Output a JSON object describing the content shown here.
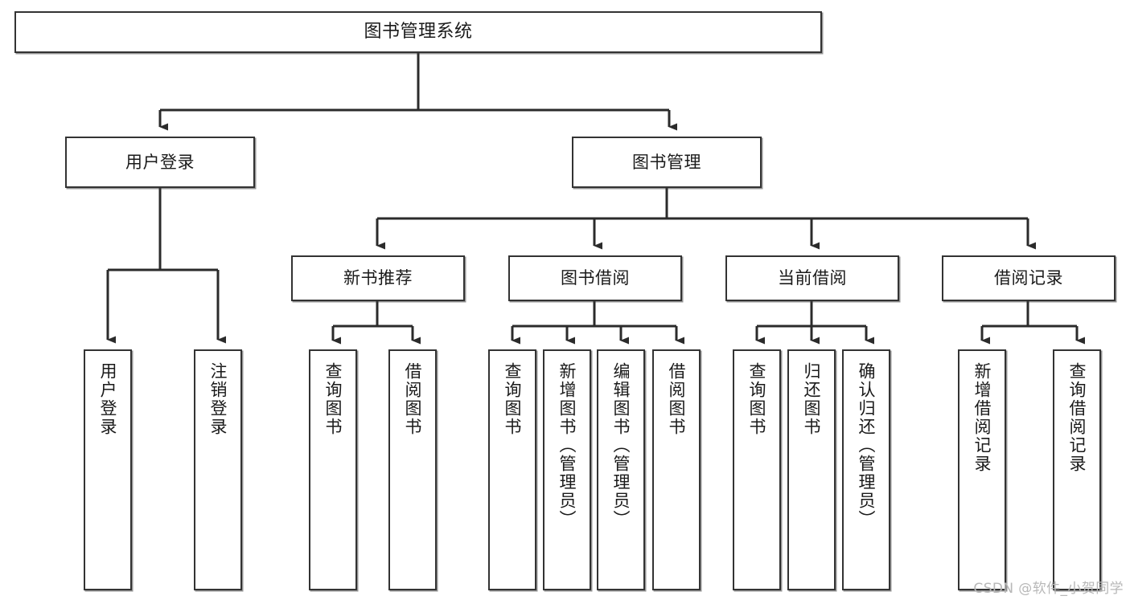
{
  "diagram": {
    "kind": "tree-hierarchy-chart",
    "title": "图书管理系统",
    "colors": {
      "background": "#ffffff",
      "box_border": "#333333",
      "box_fill": "#ffffff",
      "edge": "#2b2b2b",
      "text": "#1a1a1a",
      "watermark": "#b8b8b8"
    },
    "watermark": "CSDN @软件_小贺同学",
    "nodes": {
      "root": {
        "label": "图书管理系统",
        "orientation": "horizontal"
      },
      "level1": [
        {
          "id": "user-login",
          "label": "用户登录",
          "orientation": "horizontal"
        },
        {
          "id": "book-manage",
          "label": "图书管理",
          "orientation": "horizontal"
        }
      ],
      "level2": [
        {
          "id": "new-book-rec",
          "label": "新书推荐",
          "orientation": "horizontal"
        },
        {
          "id": "book-borrow",
          "label": "图书借阅",
          "orientation": "horizontal"
        },
        {
          "id": "current-borrow",
          "label": "当前借阅",
          "orientation": "horizontal"
        },
        {
          "id": "borrow-record",
          "label": "借阅记录",
          "orientation": "horizontal"
        }
      ],
      "leaves": [
        {
          "id": "leaf-user-login",
          "label": "用户登录",
          "parent": "user-login",
          "orientation": "vertical"
        },
        {
          "id": "leaf-logout",
          "label": "注销登录",
          "parent": "user-login",
          "orientation": "vertical"
        },
        {
          "id": "leaf-query-book-1",
          "label": "查询图书",
          "parent": "new-book-rec",
          "orientation": "vertical"
        },
        {
          "id": "leaf-borrow-book-1",
          "label": "借阅图书",
          "parent": "new-book-rec",
          "orientation": "vertical"
        },
        {
          "id": "leaf-query-book-2",
          "label": "查询图书",
          "parent": "book-borrow",
          "orientation": "vertical"
        },
        {
          "id": "leaf-add-book",
          "label": "新增图书（管理员）",
          "parent": "book-borrow",
          "orientation": "vertical"
        },
        {
          "id": "leaf-edit-book",
          "label": "编辑图书（管理员）",
          "parent": "book-borrow",
          "orientation": "vertical"
        },
        {
          "id": "leaf-borrow-book-2",
          "label": "借阅图书",
          "parent": "book-borrow",
          "orientation": "vertical"
        },
        {
          "id": "leaf-query-book-3",
          "label": "查询图书",
          "parent": "current-borrow",
          "orientation": "vertical"
        },
        {
          "id": "leaf-return-book",
          "label": "归还图书",
          "parent": "current-borrow",
          "orientation": "vertical"
        },
        {
          "id": "leaf-confirm-return",
          "label": "确认归还（管理员）",
          "parent": "current-borrow",
          "orientation": "vertical"
        },
        {
          "id": "leaf-add-record",
          "label": "新增借阅记录",
          "parent": "borrow-record",
          "orientation": "vertical"
        },
        {
          "id": "leaf-query-record",
          "label": "查询借阅记录",
          "parent": "borrow-record",
          "orientation": "vertical"
        }
      ]
    }
  }
}
